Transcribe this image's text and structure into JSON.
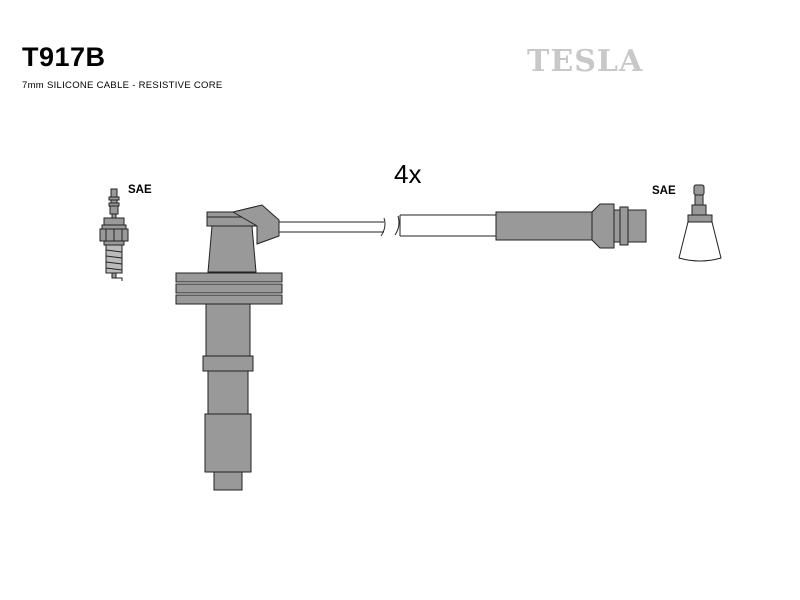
{
  "header": {
    "part_number": "T917B",
    "description": "7mm SILICONE CABLE - RESISTIVE CORE",
    "brand_logo": "TESLA"
  },
  "diagram": {
    "quantity": "4x",
    "left_terminal_standard": "SAE",
    "right_terminal_standard": "SAE"
  },
  "colors": {
    "part_fill": "#999999",
    "outline": "#222222",
    "boot_fill": "#ffffff",
    "logo": "#c8c8c8"
  }
}
